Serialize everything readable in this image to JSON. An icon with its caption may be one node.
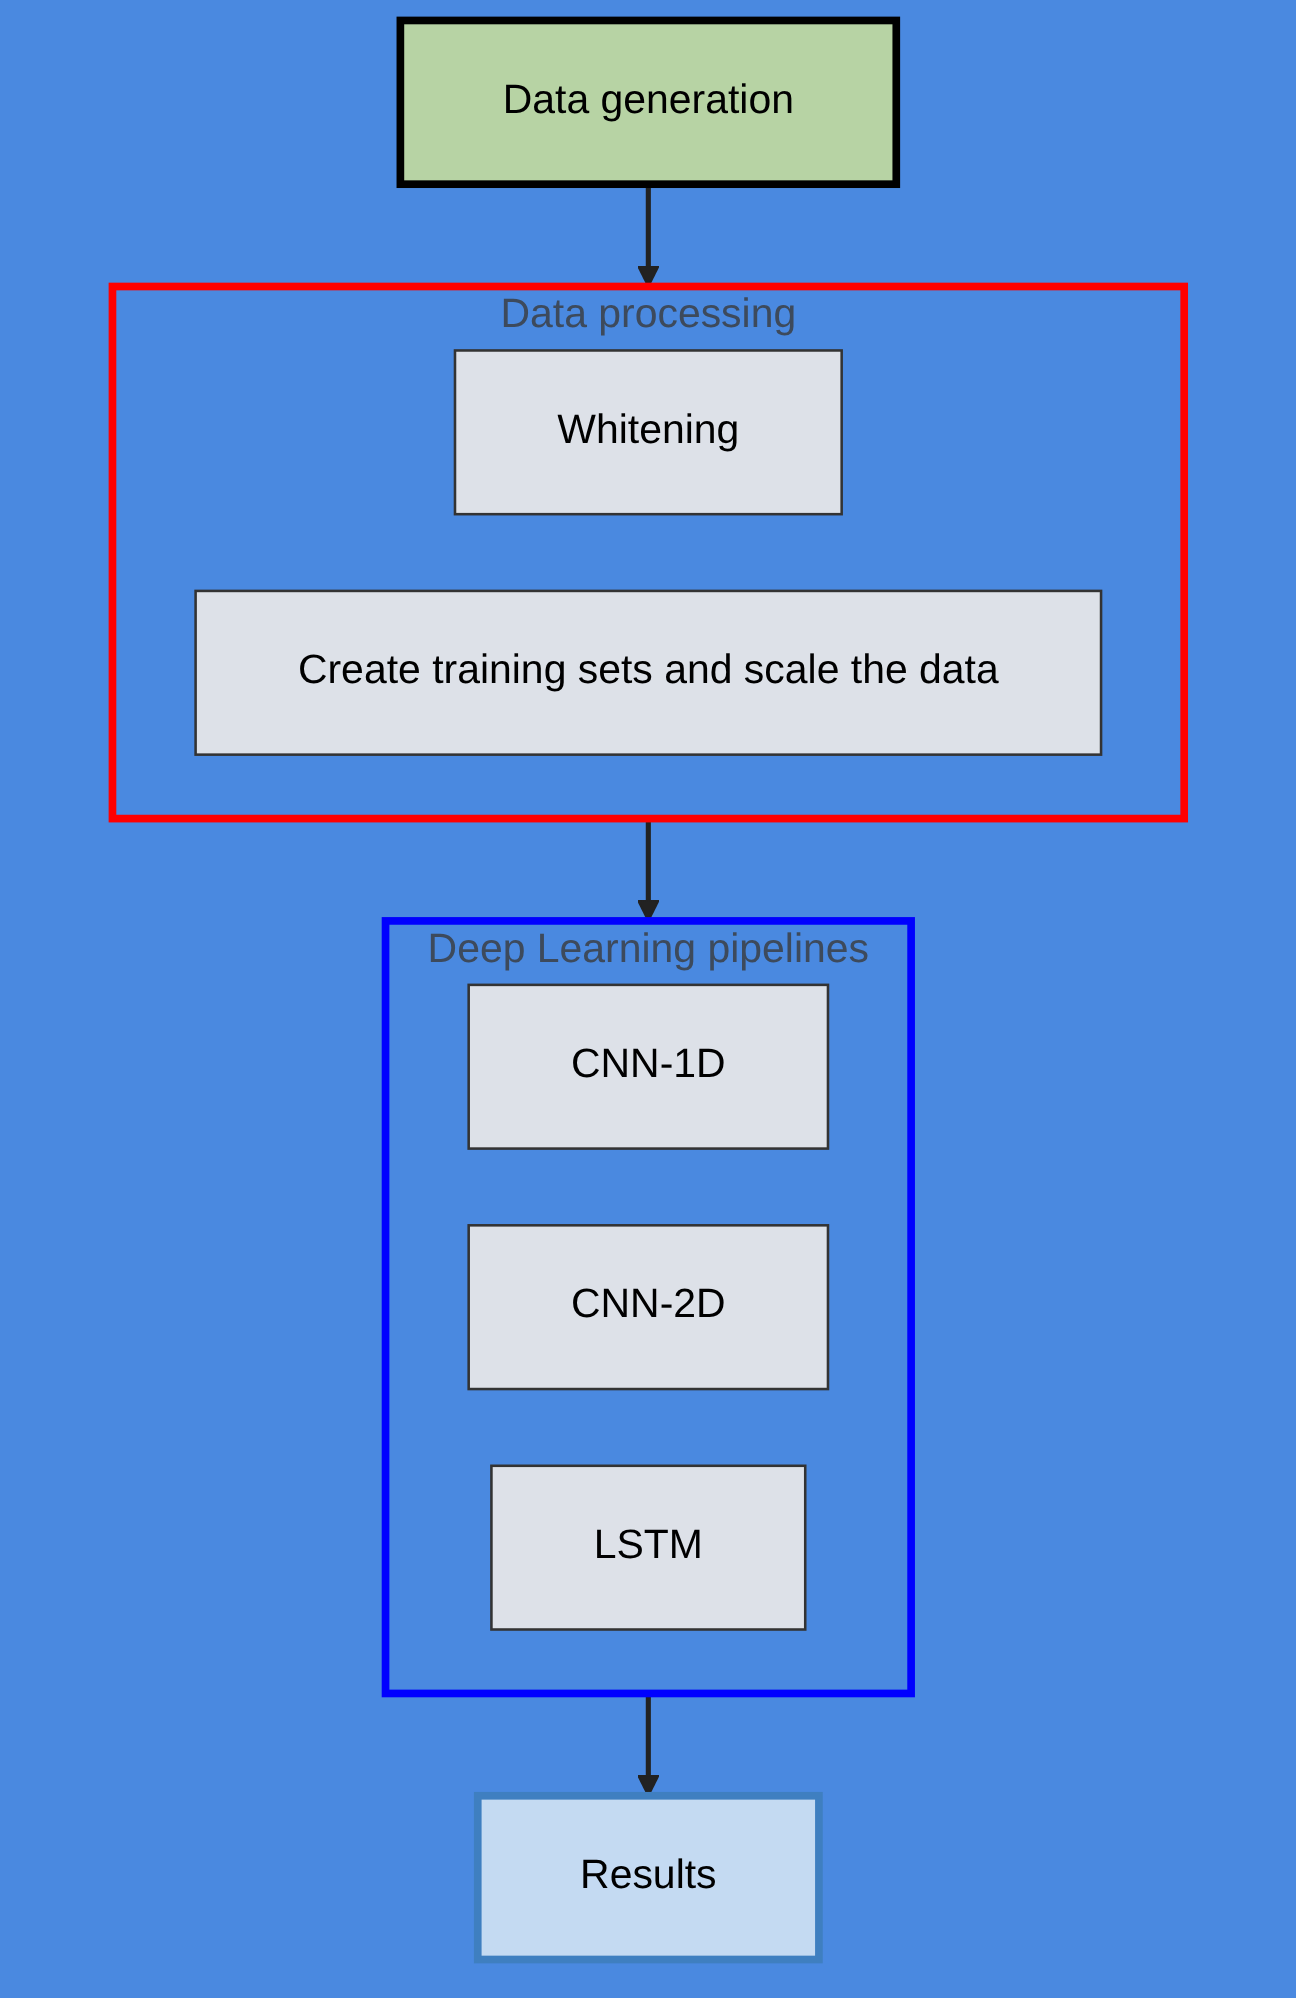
{
  "diagram": {
    "nodes": [
      {
        "text": [
          "Data generation"
        ]
      },
      {
        "text": [
          "Data processing"
        ]
      },
      {
        "text": [
          "Whitening"
        ],
        "in": 1
      },
      {
        "text": [
          "Create training sets and scale the data"
        ],
        "in": 1
      },
      {
        "text": [
          "Deep Learning pipelines"
        ]
      },
      {
        "text": [
          "CNN-1D"
        ],
        "in": 4
      },
      {
        "text": [
          "CNN-2D"
        ],
        "in": 4
      },
      {
        "text": [
          "LSTM"
        ],
        "in": 4
      },
      {
        "text": [
          "Results"
        ]
      }
    ],
    "edges": [
      {
        "from": 0,
        "to": 1,
        "arrow": "to"
      },
      {
        "from": 1,
        "to": 4,
        "arrow": "to"
      },
      {
        "from": 4,
        "to": 8,
        "arrow": "to"
      }
    ]
  }
}
